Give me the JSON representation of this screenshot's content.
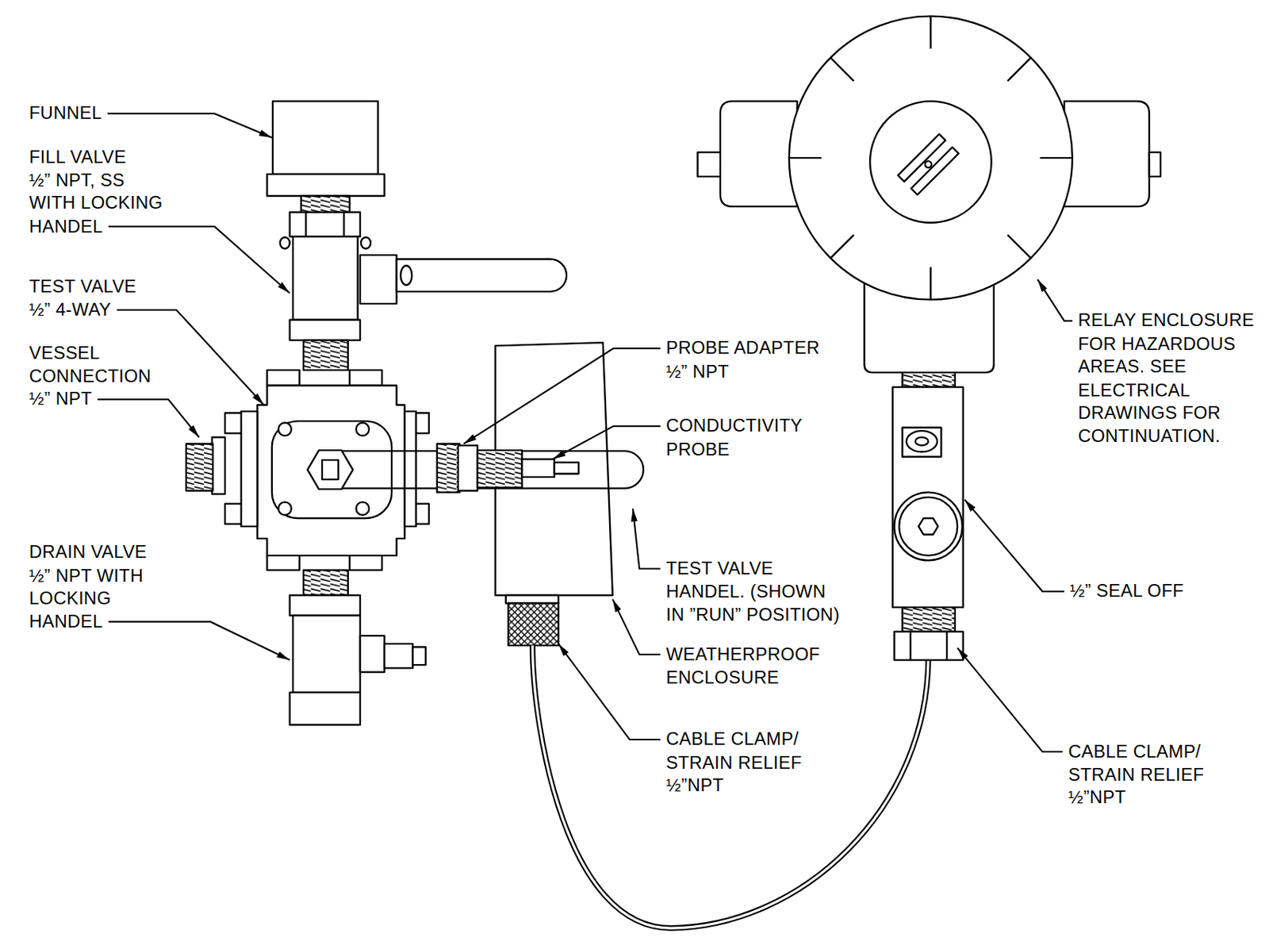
{
  "diagram": {
    "labels": [
      "FUNNEL",
      "FILL VALVE ½” NPT, SS WITH LOCKING HANDEL",
      "TEST VALVE ½” 4-WAY",
      "VESSEL CONNECTION ½” NPT",
      "DRAIN VALVE ½” NPT WITH LOCKING HANDEL",
      "PROBE ADAPTER ½” NPT",
      "CONDUCTIVITY PROBE",
      "TEST VALVE HANDEL. (SHOWN IN ”RUN” POSITION)",
      "WEATHERPROOF ENCLOSURE",
      "CABLE CLAMP/ STRAIN RELIEF ½”NPT",
      "RELAY ENCLOSURE FOR HAZARDOUS AREAS. SEE ELECTRICAL DRAWINGS FOR CONTINUATION.",
      "½” SEAL OFF",
      "CABLE CLAMP/ STRAIN RELIEF ½”NPT"
    ]
  }
}
